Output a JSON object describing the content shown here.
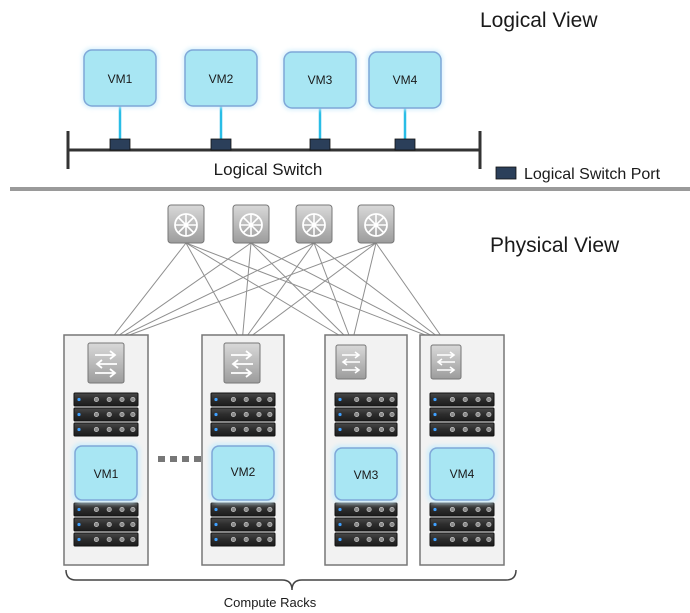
{
  "logical": {
    "title": "Logical View",
    "vms": [
      "VM1",
      "VM2",
      "VM3",
      "VM4"
    ],
    "switch_label": "Logical Switch",
    "legend_label": "Logical Switch Port"
  },
  "physical": {
    "title": "Physical View",
    "racks_label": "Compute Racks",
    "racks": [
      {
        "vm": "VM1"
      },
      {
        "vm": "VM2"
      },
      {
        "vm": "VM3"
      },
      {
        "vm": "VM4"
      }
    ]
  },
  "colors": {
    "vm_fill": "#a8e6f3",
    "vm_stroke": "#7fa7d8",
    "vm_link": "#29bde6",
    "port": "#2b3f5a",
    "switch_line": "#333333",
    "divider": "#9a9a9a",
    "rack_bg": "#f2f2f2",
    "mesh_line": "#8f8f8f"
  }
}
